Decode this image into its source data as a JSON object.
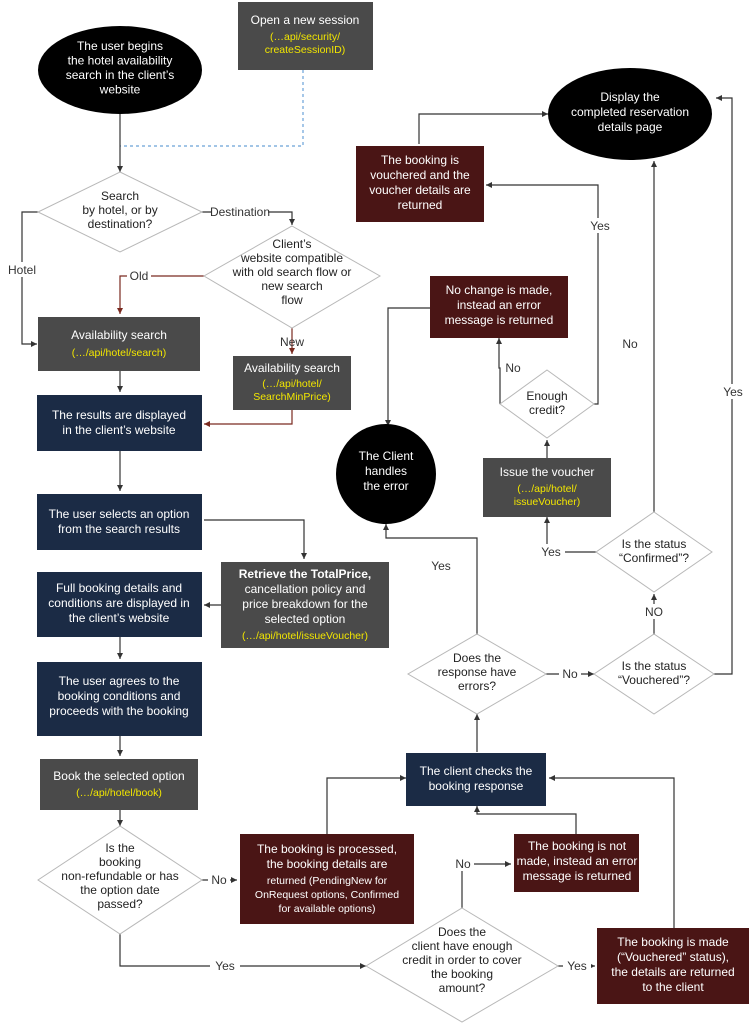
{
  "nodes": {
    "start": [
      "The user begins",
      "the hotel availability",
      "search in the client’s",
      "website"
    ],
    "open_session": [
      "Open a new session"
    ],
    "open_session_api": [
      "(…api/security/",
      "createSessionID)"
    ],
    "search_by": [
      "Search",
      "by hotel, or by",
      "destination?"
    ],
    "compatible": [
      "Client’s",
      "website compatible",
      "with old search flow or",
      "new search",
      "flow"
    ],
    "avail_search": [
      "Availability search"
    ],
    "avail_search_api": [
      "(…/api/hotel/search)"
    ],
    "avail_min": [
      "Availability search"
    ],
    "avail_min_api": [
      "(…/api/hotel/",
      "SearchMinPrice)"
    ],
    "results": [
      "The results are displayed",
      "in the client’s website"
    ],
    "selects": [
      "The user selects an option",
      "from the search results"
    ],
    "retrieve_bold": "Retrieve the TotalPrice,",
    "retrieve": [
      "cancellation policy and",
      "price breakdown for the",
      "selected option"
    ],
    "retrieve_api": [
      "(…/api/hotel/issueVoucher)"
    ],
    "full_details": [
      "Full booking details and",
      "conditions are displayed in",
      "the client’s website"
    ],
    "agrees": [
      "The user agrees to the",
      "booking conditions and",
      "proceeds with the booking"
    ],
    "book": [
      "Book the selected option"
    ],
    "book_api": [
      "(…/api/hotel/book)"
    ],
    "nonrefundable": [
      "Is the",
      "booking",
      "non-refundable or has",
      "the option date",
      "passed?"
    ],
    "processed": [
      "The booking is processed,",
      "the booking details are"
    ],
    "processed_small": [
      "returned (PendingNew for",
      "OnRequest options, Confirmed",
      "for available options)"
    ],
    "enough_credit_book": [
      "Does the",
      "client have enough",
      "credit in order to cover",
      "the booking",
      "amount?"
    ],
    "not_made": [
      "The booking is not",
      "made, instead an error",
      "message is returned"
    ],
    "made": [
      "The booking is made",
      "(“Vouchered” status),",
      "the details are returned",
      "to the client"
    ],
    "checks": [
      "The client checks the",
      "booking response"
    ],
    "has_errors": [
      "Does the",
      "response have",
      "errors?"
    ],
    "handles": [
      "The Client",
      "handles",
      "the error"
    ],
    "vouchered_q": [
      "Is the status",
      "“Vouchered”?"
    ],
    "confirmed_q": [
      "Is the status",
      "“Confirmed”?"
    ],
    "issue_voucher": [
      "Issue the voucher"
    ],
    "issue_voucher_api": [
      "(…/api/hotel/",
      "issueVoucher)"
    ],
    "enough_credit": [
      "Enough",
      "credit?"
    ],
    "no_change": [
      "No change is made,",
      "instead an error",
      "message is returned"
    ],
    "vouchered_box": [
      "The booking is",
      "vouchered and the",
      "voucher details are",
      "returned"
    ],
    "display": [
      "Display the",
      "completed reservation",
      "details page"
    ]
  },
  "labels": {
    "destination": "Destination",
    "hotel": "Hotel",
    "old": "Old",
    "new": "New",
    "no_refund": "No",
    "yes_refund": "Yes",
    "no_credit": "No",
    "yes_credit": "Yes",
    "yes_errors": "Yes",
    "no_errors": "No",
    "no_vouchered": "NO",
    "yes_vouchered": "Yes",
    "yes_confirmed": "Yes",
    "no_confirmed": "No",
    "no_enough": "No",
    "yes_enough": "Yes"
  },
  "colors": {
    "gray_box": "#4a4a4a",
    "navy_box": "#1b2b45",
    "maroon_box": "#4a1515",
    "api_text": "#f2e600",
    "dashed_line": "#6aa2d8"
  }
}
